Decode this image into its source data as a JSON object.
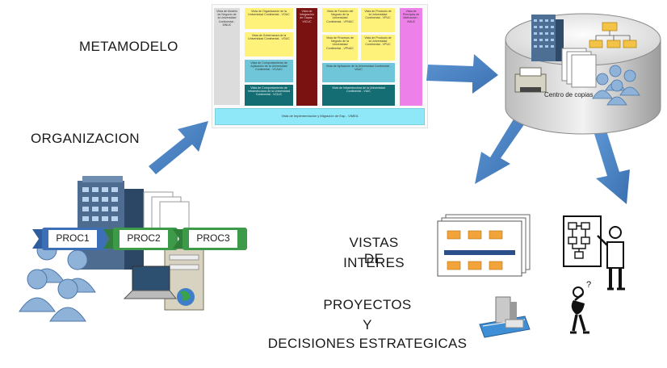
{
  "labels": {
    "metamodelo": "METAMODELO",
    "organizacion": "ORGANIZACION",
    "vistas_line1": "VISTAS DE",
    "vistas_line2": "INTERES",
    "proyectos_line1": "PROYECTOS",
    "proyectos_line2": "Y",
    "proyectos_line3": "DECISIONES ESTRATEGICAS",
    "centro_copias": "Centro de copias"
  },
  "processes": [
    "PROC1",
    "PROC2",
    "PROC3"
  ],
  "metamodel": {
    "col1_top": "Vista de Modelo de Negocio de la Universidad Continental - MNUC",
    "col2_a": "Vista de Organización de la Universidad Continental - VOUC",
    "col2_b": "Vista de Gobernanza de la Universidad Continental - VGUC",
    "col2_c": "Vista de Comportamiento de Aplicación de la Universidad Continental - VCAUC",
    "col2_d": "Vista de Comportamiento de Infraestructura de la Universidad Continental - VCIUC",
    "col3": "Vista de Integración de Capas - VICUC",
    "col4_a": "Vista de Función del Negocio de la Universidad Continental - VFNUC",
    "col4_b": "Vista de Procesos de Negocio de la Universidad Continental - VPNUC",
    "col5_a": "Vista de Producto de la Universidad Continental - VPUC",
    "col5_b": "Vista de Producto de la Universidad Continental - VPUC",
    "col45_c": "Vista de Aplicación de la Universidad Continental - VAUC",
    "col45_d": "Vista de Infraestructura de la Universidad Continental - VIUC",
    "col6": "Vista de Principios de Motivación - VMUC",
    "bottom": "Vista de Implementación y Migración de Eap - VIMEA"
  },
  "colors": {
    "arrow": "#4f86c6",
    "yellow": "#fff27a",
    "darkred": "#7b1212",
    "pink": "#ee80ea",
    "teal": "#146d73",
    "cyan": "#6fc6d8",
    "lightcyan": "#8ee8f7",
    "grey": "#dcdcdc",
    "tag_blue": "#3c6fb6",
    "tag_green": "#3c9a48"
  },
  "icons": [
    "building-icon",
    "people-icon",
    "computer-icon",
    "globe-icon",
    "documents-icon",
    "database-cylinder-icon",
    "org-chart-icon",
    "flowchart-presenter-icon",
    "thinking-person-icon",
    "blueprint-icon",
    "timeline-diagram-icon"
  ]
}
